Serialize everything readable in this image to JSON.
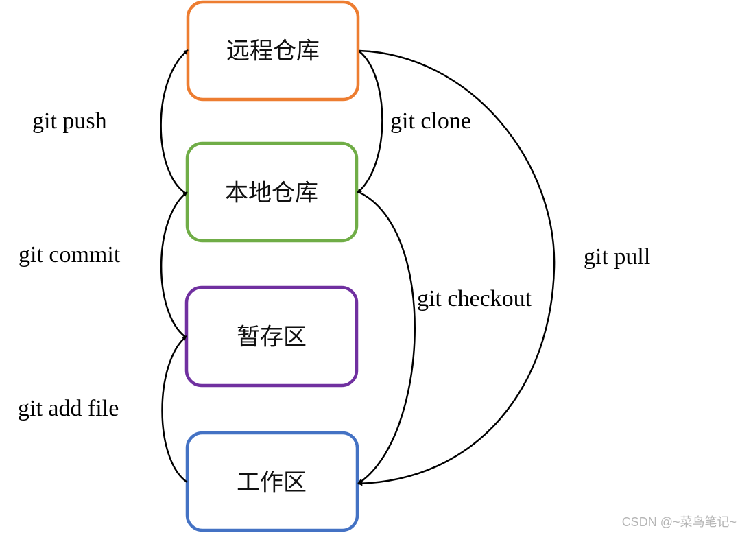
{
  "nodes": {
    "remote": {
      "label": "远程仓库",
      "color": "#ED7D31"
    },
    "local": {
      "label": "本地仓库",
      "color": "#70AD47"
    },
    "stage": {
      "label": "暂存区",
      "color": "#7030A0"
    },
    "work": {
      "label": "工作区",
      "color": "#4472C4"
    }
  },
  "edges": {
    "push": {
      "label": "git push"
    },
    "commit": {
      "label": "git commit"
    },
    "add": {
      "label": "git add file"
    },
    "clone": {
      "label": "git clone"
    },
    "checkout": {
      "label": "git checkout"
    },
    "pull": {
      "label": "git pull"
    }
  },
  "watermark": "CSDN @~菜鸟笔记~"
}
